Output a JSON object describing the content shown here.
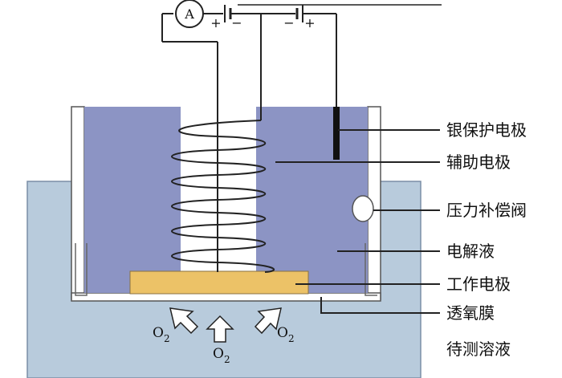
{
  "labels": {
    "silver_protective_electrode": "银保护电极",
    "auxiliary_electrode": "辅助电极",
    "pressure_compensation_valve": "压力补偿阀",
    "electrolyte": "电解液",
    "working_electrode": "工作电极",
    "oxygen_permeable_membrane": "透氧膜",
    "test_solution": "待测溶液"
  },
  "circuit": {
    "ammeter": "A",
    "plus": "+",
    "minus": "−"
  },
  "oxygen": {
    "symbol": "O",
    "subscript": "2"
  },
  "colors": {
    "electrolyte": "#8c94c4",
    "test_solution": "#b8cbdc",
    "working_electrode": "#ecc267",
    "container_wall": "#ffffff",
    "wire": "#222222"
  }
}
